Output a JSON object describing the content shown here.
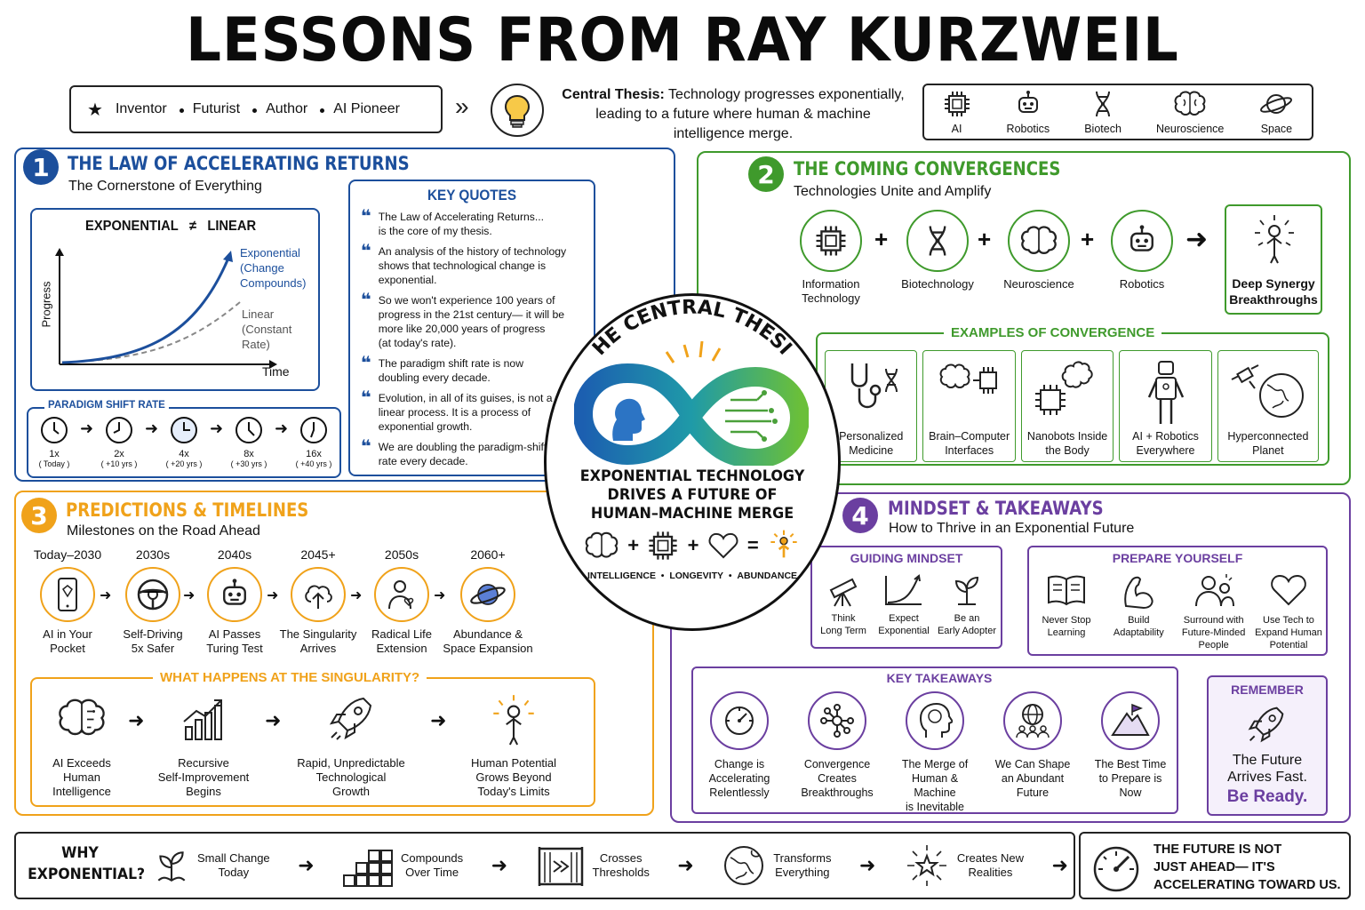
{
  "title": "LESSONS FROM RAY KURZWEIL",
  "roles": [
    "Inventor",
    "Futurist",
    "Author",
    "AI Pioneer"
  ],
  "thesis": {
    "label": "Central Thesis:",
    "line1": "Technology progresses exponentially,",
    "line2": "leading to a future where human & machine",
    "line3": "intelligence merge."
  },
  "techs": [
    {
      "label": "AI",
      "icon": "chip-icon"
    },
    {
      "label": "Robotics",
      "icon": "robot-icon"
    },
    {
      "label": "Biotech",
      "icon": "dna-icon"
    },
    {
      "label": "Neuroscience",
      "icon": "brain-icon"
    },
    {
      "label": "Space",
      "icon": "planet-icon"
    }
  ],
  "s1": {
    "num": "1",
    "title": "THE LAW OF ACCELERATING RETURNS",
    "subtitle": "The Cornerstone of Everything",
    "chart": {
      "exp": "EXPONENTIAL",
      "neq": "≠",
      "lin": "LINEAR",
      "ylabel": "Progress",
      "xlabel": "Time",
      "exp1": "Exponential",
      "exp2": "(Change",
      "exp3": "Compounds)",
      "lin1": "Linear",
      "lin2": "(Constant",
      "lin3": "Rate)"
    },
    "paradigm_title": "PARADIGM SHIFT RATE",
    "clocks": [
      {
        "m": "1x",
        "s": "( Today )"
      },
      {
        "m": "2x",
        "s": "( +10 yrs )"
      },
      {
        "m": "4x",
        "s": "( +20 yrs )"
      },
      {
        "m": "8x",
        "s": "( +30 yrs )"
      },
      {
        "m": "16x",
        "s": "( +40 yrs )"
      }
    ],
    "quotes_title": "KEY QUOTES",
    "quotes": [
      [
        "The Law of Accelerating Returns...",
        "is the core of my thesis."
      ],
      [
        "An analysis of the history of technology",
        "shows that technological change is",
        "exponential."
      ],
      [
        "So we won't experience 100 years of",
        "progress in the 21st century— it will be",
        "more like 20,000 years of progress",
        "(at today's rate)."
      ],
      [
        "The paradigm shift rate is now",
        "doubling every decade."
      ],
      [
        "Evolution, in all of its guises, is not a",
        "linear process. It is a process of",
        "exponential growth."
      ],
      [
        "We are doubling the paradigm-shift",
        "rate every decade."
      ]
    ]
  },
  "s2": {
    "num": "2",
    "title": "THE COMING CONVERGENCES",
    "subtitle": "Technologies Unite and Amplify",
    "techs": [
      [
        "Information",
        "Technology"
      ],
      [
        "Biotechnology"
      ],
      [
        "Neuroscience"
      ],
      [
        "Robotics"
      ]
    ],
    "result": [
      "Deep Synergy",
      "Breakthroughs"
    ],
    "examples_title": "EXAMPLES OF CONVERGENCE",
    "examples": [
      [
        "Personalized",
        "Medicine"
      ],
      [
        "Brain–Computer",
        "Interfaces"
      ],
      [
        "Nanobots Inside",
        "the Body"
      ],
      [
        "AI + Robotics",
        "Everywhere"
      ],
      [
        "Hyperconnected",
        "Planet"
      ]
    ]
  },
  "center": {
    "arc": "THE CENTRAL THESIS",
    "line1": "EXPONENTIAL TECHNOLOGY",
    "line2": "DRIVES A FUTURE OF",
    "line3": "HUMAN–MACHINE MERGE",
    "w1": "INTELLIGENCE",
    "w2": "LONGEVITY",
    "w3": "ABUNDANCE"
  },
  "s3": {
    "num": "3",
    "title": "PREDICTIONS & TIMELINES",
    "subtitle": "Milestones on the Road Ahead",
    "timeline": [
      {
        "year": "Today–2030",
        "l1": "AI in Your",
        "l2": "Pocket"
      },
      {
        "year": "2030s",
        "l1": "Self-Driving",
        "l2": "5x Safer"
      },
      {
        "year": "2040s",
        "l1": "AI Passes",
        "l2": "Turing Test"
      },
      {
        "year": "2045+",
        "l1": "The Singularity",
        "l2": "Arrives"
      },
      {
        "year": "2050s",
        "l1": "Radical Life",
        "l2": "Extension"
      },
      {
        "year": "2060+",
        "l1": "Abundance &",
        "l2": "Space Expansion"
      }
    ],
    "sing_title": "WHAT HAPPENS AT THE SINGULARITY?",
    "sing": [
      [
        "AI Exceeds",
        "Human",
        "Intelligence"
      ],
      [
        "Recursive",
        "Self-Improvement",
        "Begins"
      ],
      [
        "Rapid, Unpredictable",
        "Technological",
        "Growth"
      ],
      [
        "Human Potential",
        "Grows Beyond",
        "Today's Limits"
      ]
    ]
  },
  "s4": {
    "num": "4",
    "title": "MINDSET & TAKEAWAYS",
    "subtitle": "How to Thrive in an Exponential Future",
    "guiding_title": "GUIDING MINDSET",
    "guiding": [
      [
        "Think",
        "Long Term"
      ],
      [
        "Expect",
        "Exponential"
      ],
      [
        "Be an",
        "Early Adopter"
      ]
    ],
    "prepare_title": "PREPARE YOURSELF",
    "prepare": [
      [
        "Never Stop",
        "Learning"
      ],
      [
        "Build",
        "Adaptability"
      ],
      [
        "Surround with",
        "Future-Minded",
        "People"
      ],
      [
        "Use Tech to",
        "Expand Human",
        "Potential"
      ]
    ],
    "takeaways_title": "KEY TAKEAWAYS",
    "takeaways": [
      [
        "Change is",
        "Accelerating",
        "Relentlessly"
      ],
      [
        "Convergence",
        "Creates",
        "Breakthroughs"
      ],
      [
        "The Merge of",
        "Human & Machine",
        "is Inevitable"
      ],
      [
        "We Can Shape",
        "an Abundant",
        "Future"
      ],
      [
        "The Best Time",
        "to Prepare is",
        "Now"
      ]
    ],
    "remember_title": "REMEMBER",
    "remember1": "The Future",
    "remember2": "Arrives Fast.",
    "remember3": "Be Ready."
  },
  "footer": {
    "why1": "WHY",
    "why2": "EXPONENTIAL?",
    "steps": [
      [
        "Small Change",
        "Today"
      ],
      [
        "Compounds",
        "Over Time"
      ],
      [
        "Crosses",
        "Thresholds"
      ],
      [
        "Transforms",
        "Everything"
      ],
      [
        "Creates New",
        "Realities"
      ]
    ],
    "final1": "THE FUTURE IS NOT",
    "final2": "JUST AHEAD— IT'S",
    "final3": "ACCELERATING TOWARD US."
  },
  "colors": {
    "blue": "#1c4f9c",
    "green": "#3f9a2c",
    "orange": "#f0a21a",
    "purple": "#6b3fa0"
  }
}
